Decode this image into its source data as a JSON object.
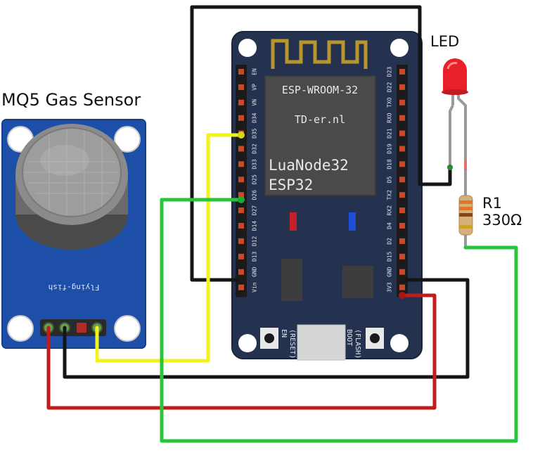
{
  "sensor": {
    "title": "MQ5 Gas Sensor",
    "brand": "Flying-fish",
    "board_color": "#1d4fa8"
  },
  "board": {
    "module": "ESP-WROOM-32",
    "site": "TD-er.nl",
    "name_line1": "LuaNode32",
    "name_line2": "ESP32",
    "btn_en": "EN",
    "btn_en_sub": "(RESET)",
    "btn_boot": "BOOT",
    "btn_boot_sub": "(FLASH)",
    "left_pins": [
      "EN",
      "VP",
      "VN",
      "D34",
      "D35",
      "D32",
      "D33",
      "D25",
      "D26",
      "D27",
      "D14",
      "D12",
      "D13",
      "GND",
      "Vin"
    ],
    "right_pins": [
      "D23",
      "D22",
      "TXO",
      "RXO",
      "D21",
      "D19",
      "D18",
      "D5",
      "TX2",
      "RX2",
      "D4",
      "D2",
      "D15",
      "GND",
      "3V3"
    ],
    "board_color": "#25324f"
  },
  "led": {
    "label": "LED",
    "color": "#e8202a"
  },
  "resistor": {
    "label": "R1",
    "value": "330Ω"
  },
  "wire_colors": {
    "black": "#151515",
    "red": "#c11b1b",
    "yellow": "#f2f21c",
    "green": "#27c43c"
  }
}
